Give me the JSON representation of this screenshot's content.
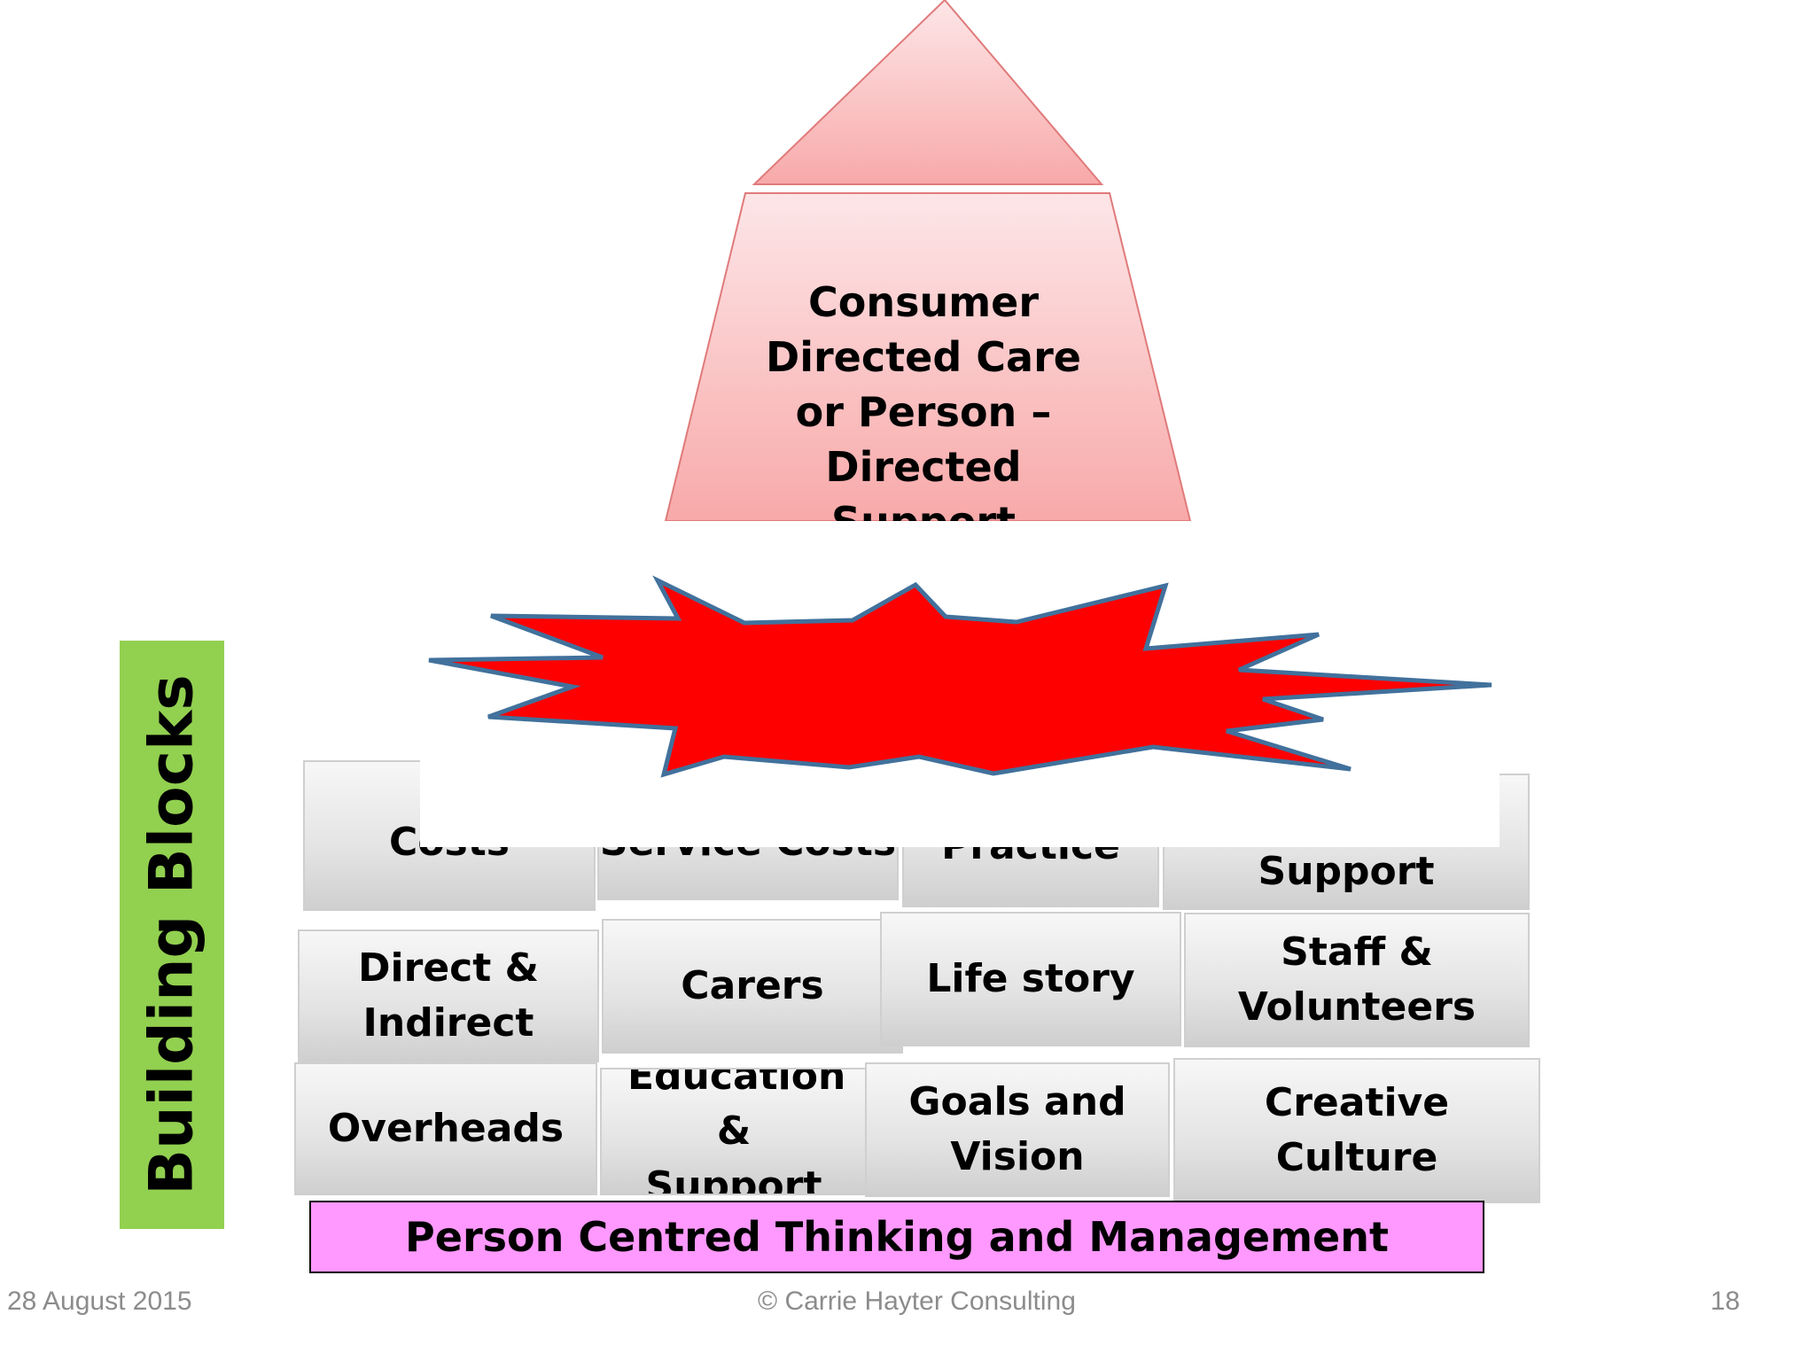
{
  "roof": {
    "label": "Consumer Directed Care or Person – Directed Support",
    "top_fill": "#f8b0b0",
    "edge_color": "#e08080"
  },
  "side_label": {
    "text": "Building Blocks",
    "color": "#92d050"
  },
  "blocks": {
    "row1": {
      "costs": "Costs",
      "service_costs": "Service Costs",
      "practice": "Practice",
      "support": "Support"
    },
    "row2": {
      "direct_indirect": "Direct & Indirect",
      "carers": "Carers",
      "life_story": "Life story",
      "staff_volunteers": "Staff & Volunteers"
    },
    "row3": {
      "overheads": "Overheads",
      "education_support": "Education & Support",
      "goals_vision": "Goals and Vision",
      "creative_culture": "Creative Culture"
    }
  },
  "base": {
    "label": "Person Centred Thinking and Management",
    "color": "#ff99ff"
  },
  "burst": {
    "fill": "#ff0000",
    "stroke": "#41719c"
  },
  "footer": {
    "date": "28 August 2015",
    "copyright": "© Carrie Hayter Consulting",
    "page_number": "18"
  }
}
